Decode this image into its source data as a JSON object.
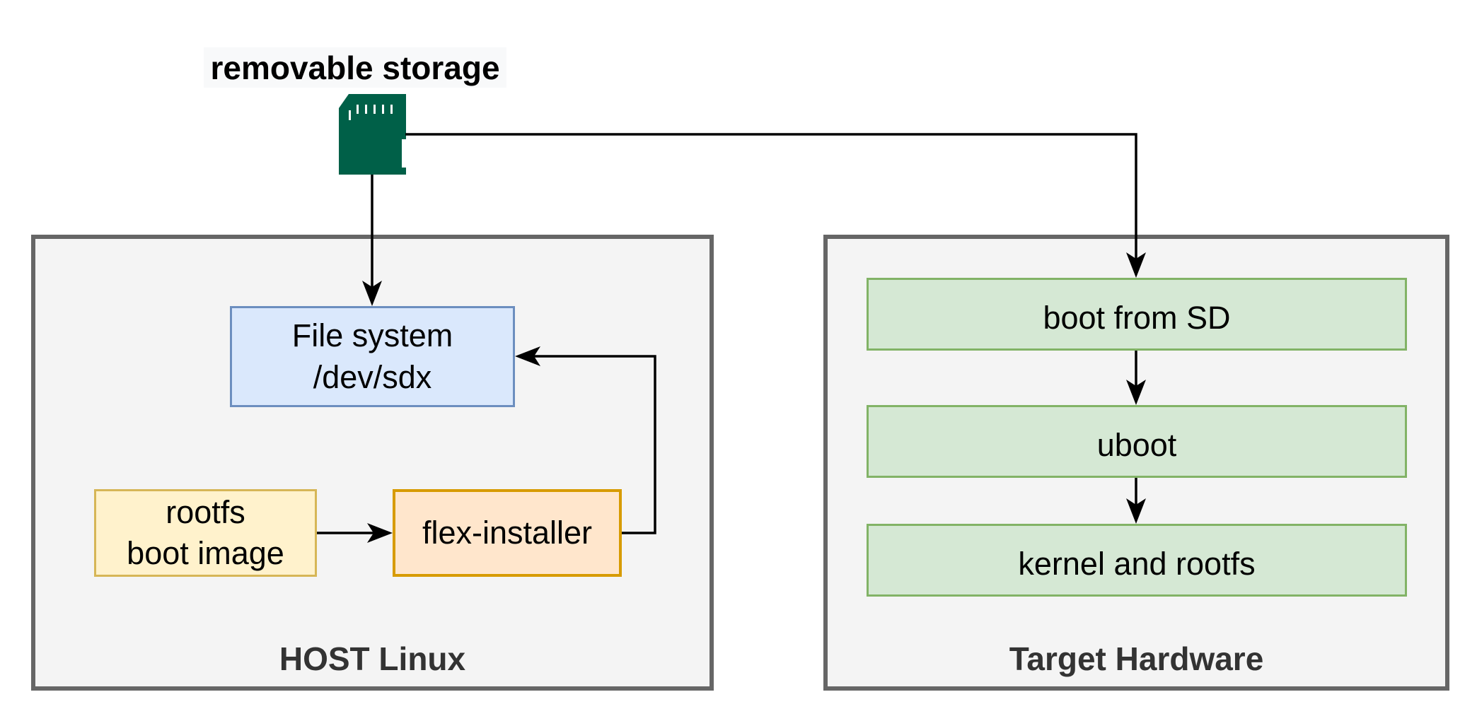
{
  "storage": {
    "label": "removable storage",
    "icon": "sd-card-icon",
    "color": "#006048"
  },
  "containers": [
    {
      "id": "host",
      "title": "HOST Linux",
      "nodes": [
        {
          "id": "filesystem",
          "text": "File system\n/dev/sdx",
          "style": "blue"
        },
        {
          "id": "rootfs",
          "text": "rootfs\nboot image",
          "style": "yellow"
        },
        {
          "id": "flex",
          "text": "flex-installer",
          "style": "orange"
        }
      ]
    },
    {
      "id": "target",
      "title": "Target Hardware",
      "nodes": [
        {
          "id": "boot-sd",
          "text": "boot from SD",
          "style": "green"
        },
        {
          "id": "uboot",
          "text": "uboot",
          "style": "green"
        },
        {
          "id": "kernel",
          "text": "kernel and rootfs",
          "style": "green"
        }
      ]
    }
  ],
  "edges": [
    {
      "from": "removable storage",
      "to": "File system /dev/sdx"
    },
    {
      "from": "removable storage",
      "to": "boot from SD"
    },
    {
      "from": "rootfs boot image",
      "to": "flex-installer"
    },
    {
      "from": "flex-installer",
      "to": "File system /dev/sdx"
    },
    {
      "from": "boot from SD",
      "to": "uboot"
    },
    {
      "from": "uboot",
      "to": "kernel and rootfs"
    }
  ]
}
